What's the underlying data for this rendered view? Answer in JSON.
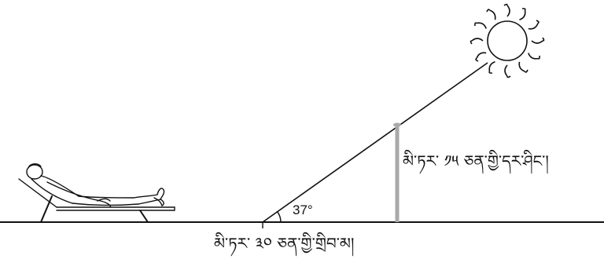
{
  "diagram": {
    "angle_label": "37°",
    "pole_label": "མི་ཏར་ ༡༥ ཅན་གྱི་དར་ཤིང་།",
    "shadow_label": "མི་ཏར་ ༣༠ ཅན་གྱི་གྲིབ་མ།"
  },
  "colors": {
    "ink": "#111111",
    "pole": "#a9a9a9",
    "ground": "#111111"
  },
  "icons": {
    "sun": "sun-icon",
    "person": "reclining-person-icon"
  }
}
